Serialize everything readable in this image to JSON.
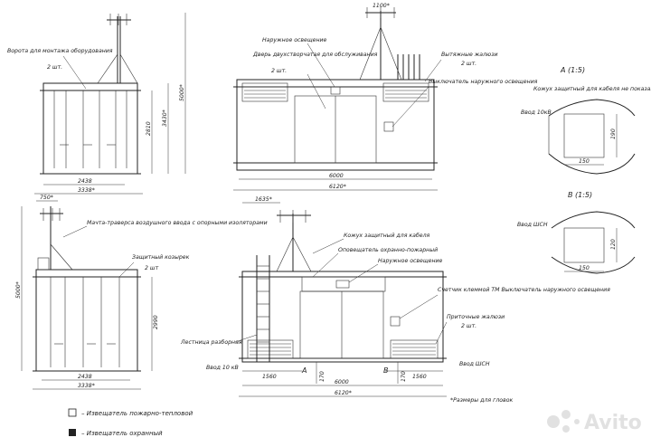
{
  "labels": {
    "gate": "Ворота для монтажа оборудования",
    "gate_qty": "2 шт.",
    "outdoor_light": "Наружное освещение",
    "service_door": "Дверь двухстворчатая для обслуживания",
    "service_door_qty": "2 шт.",
    "exhaust_louvers": "Вытяжные жалюзи",
    "exhaust_louvers_qty": "2 шт.",
    "light_switch": "Выключатель наружного освещения",
    "mast": "Мачта-траверса воздушного ввода с опорными изоляторами",
    "canopy": "Защитный козырек",
    "canopy_qty": "2 шт",
    "cable_cover": "Кожух защитный для кабеля",
    "fire_detector": "Оповещатель охранно-пожарный",
    "outdoor_light_2": "Наружное освещение",
    "meter_switch": "Счетчик клеммой ТМ Выключатель наружного освещения",
    "intake_louvers": "Приточные жалюзи",
    "intake_louvers_qty": "2 шт.",
    "ladder": "Лестница разборная",
    "input_10kv": "Ввод 10 кВ",
    "input_shn": "Ввод ШСН",
    "section_a": "A (1:5)",
    "section_a_note": "Кожух защитный для кабеля не показан",
    "section_a_input": "Ввод 10кВ",
    "section_b": "B (1:5)",
    "section_b_input": "Ввод ШСН",
    "glazing_note": "*Размеры для гловок",
    "legend_fire": "– Извещатель пожарно-тепловой",
    "legend_guard": "– Извещатель охранный",
    "marker_a": "A",
    "marker_b": "B",
    "ins_top": "1100*"
  },
  "dims": {
    "w2438_top": "2438",
    "w3338_top": "3338*",
    "h5000": "5000*",
    "h3430": "3430*",
    "h2810": "2810",
    "w6000_top": "6000",
    "w6120_top": "6120*",
    "w750": "750*",
    "w1635": "1635*",
    "h5000b": "5000*",
    "h2990": "2990",
    "w2438_bot": "2438",
    "w3338_bot": "3338*",
    "w1560_l": "1560",
    "w1560_r": "1560",
    "w6000_bot": "6000",
    "w6120_bot": "6120*",
    "h170": "170",
    "h170b": "170",
    "a_190": "190",
    "a_150": "150",
    "b_120": "120",
    "b_150": "150"
  },
  "watermark": {
    "brand": "Avito"
  }
}
